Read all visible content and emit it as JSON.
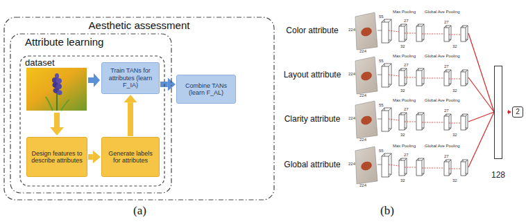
{
  "diagram": {
    "nodes": [
      {
        "text": [
          "Aesthetic assessment"
        ]
      },
      {
        "text": [
          "Attribute learning"
        ],
        "in": 0
      },
      {
        "text": [
          "dataset"
        ],
        "in": 1
      },
      {
        "text": [
          "Train TANs for attributes (learn F_IA)"
        ],
        "in": 2
      },
      {
        "text": [
          "Design features to describe attributes"
        ],
        "in": 2
      },
      {
        "text": [
          "Generate labels for attributes"
        ],
        "in": 2
      },
      {
        "text": [
          "Combine TANs (learn F_AL)"
        ],
        "in": 0
      },
      {
        "text": [
          "128"
        ]
      },
      {
        "text": [
          "2"
        ]
      }
    ],
    "edges": [
      {
        "from": 4,
        "to": 5,
        "arrow": "to"
      },
      {
        "from": 5,
        "to": 3,
        "arrow": "to"
      },
      {
        "from": 3,
        "to": 6,
        "arrow": "to"
      },
      {
        "from": 7,
        "to": 8,
        "arrow": "to"
      }
    ],
    "labels": [
      "Color attribute",
      "224",
      "224",
      "55",
      "Max Pooling",
      "27",
      "32",
      "Global Ave Pooling",
      "27",
      "32",
      "Layout attribute",
      "224",
      "224",
      "55",
      "Max Pooling",
      "27",
      "32",
      "Global Ave Pooling",
      "27",
      "32",
      "Clarity attribute",
      "224",
      "224",
      "55",
      "Max Pooling",
      "27",
      "32",
      "Global Ave Pooling",
      "27",
      "32",
      "Global attribute",
      "224",
      "224",
      "55",
      "Max Pooling",
      "27",
      "32",
      "Global Ave Pooling",
      "27",
      "32",
      "(a)",
      "(b)"
    ]
  }
}
